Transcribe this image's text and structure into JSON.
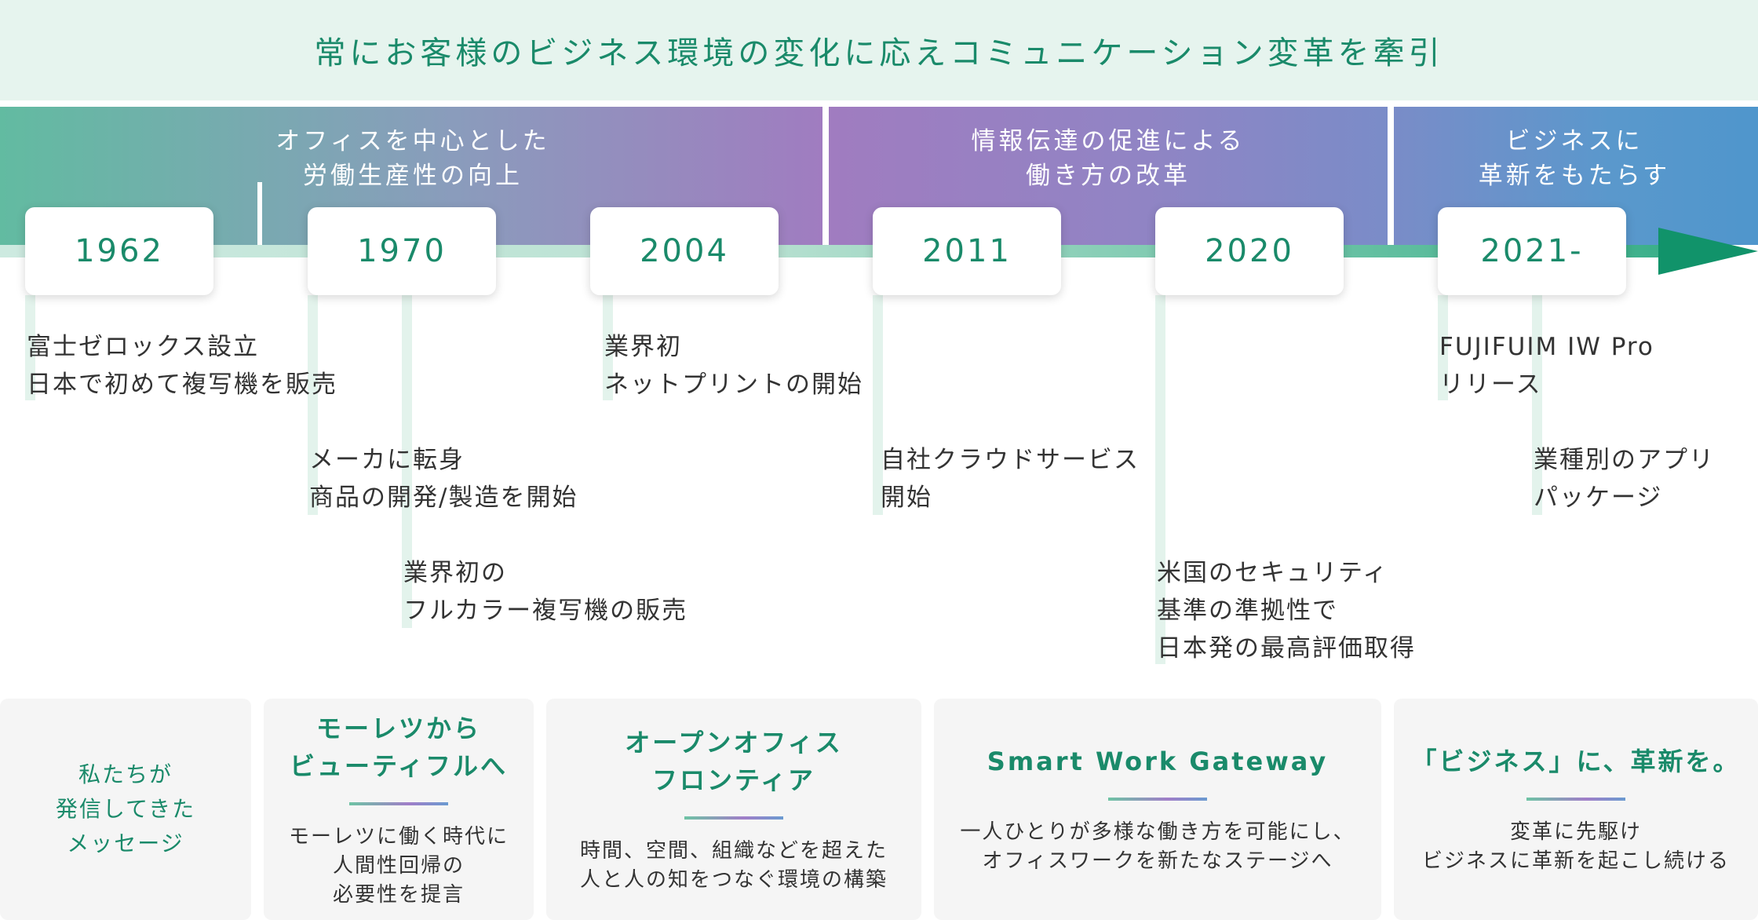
{
  "banner": {
    "text": "常にお客様のビジネス環境の変化に応えコミュニケーション変革を牽引"
  },
  "eras": [
    {
      "lines": [
        "オフィスを中心とした",
        "労働生産性の向上"
      ]
    },
    {
      "lines": [
        "情報伝達の促進による",
        "働き方の改革"
      ]
    },
    {
      "lines": [
        "ビジネスに",
        "革新をもたらす"
      ]
    }
  ],
  "years": [
    "1962",
    "1970",
    "2004",
    "2011",
    "2020",
    "2021-"
  ],
  "events": [
    {
      "lines": [
        "富士ゼロックス設立",
        "日本で初めて複写機を販売"
      ]
    },
    {
      "lines": [
        "メーカに転身",
        "商品の開発/製造を開始"
      ]
    },
    {
      "lines": [
        "業界初の",
        "フルカラー複写機の販売"
      ]
    },
    {
      "lines": [
        "業界初",
        "ネットプリントの開始"
      ]
    },
    {
      "lines": [
        "自社クラウドサービス",
        "開始"
      ]
    },
    {
      "lines": [
        "米国のセキュリティ",
        "基準の準拠性で",
        "日本発の最高評価取得"
      ]
    },
    {
      "lines": [
        "FUJIFUIM IW Pro",
        "リリース"
      ]
    },
    {
      "lines": [
        "業種別のアプリ",
        "パッケージ"
      ]
    }
  ],
  "messages": {
    "label": [
      "私たちが",
      "発信してきた",
      "メッセージ"
    ],
    "cards": [
      {
        "title": [
          "モーレツから",
          "ビューティフルへ"
        ],
        "desc": [
          "モーレツに働く時代に",
          "人間性回帰の",
          "必要性を提言"
        ]
      },
      {
        "title": [
          "オープンオフィス",
          "フロンティア"
        ],
        "desc": [
          "時間、空間、組織などを超えた",
          "人と人の知をつなぐ環境の構築"
        ]
      },
      {
        "title": [
          "Smart Work Gateway"
        ],
        "desc": [
          "一人ひとりが多様な働き方を可能にし、",
          "オフィスワークを新たなステージへ"
        ]
      },
      {
        "title": [
          "「ビジネス」に、革新を。"
        ],
        "desc": [
          "変革に先駆け",
          "ビジネスに革新を起こし続ける"
        ]
      }
    ]
  },
  "colors": {
    "accent": "#1a8a6a",
    "banner_bg": "#e6f4ee",
    "era_teal": "#5fb9a0",
    "era_purple": "#a07cc0",
    "era_blue": "#4f96cc",
    "arrow": "#11936a"
  }
}
